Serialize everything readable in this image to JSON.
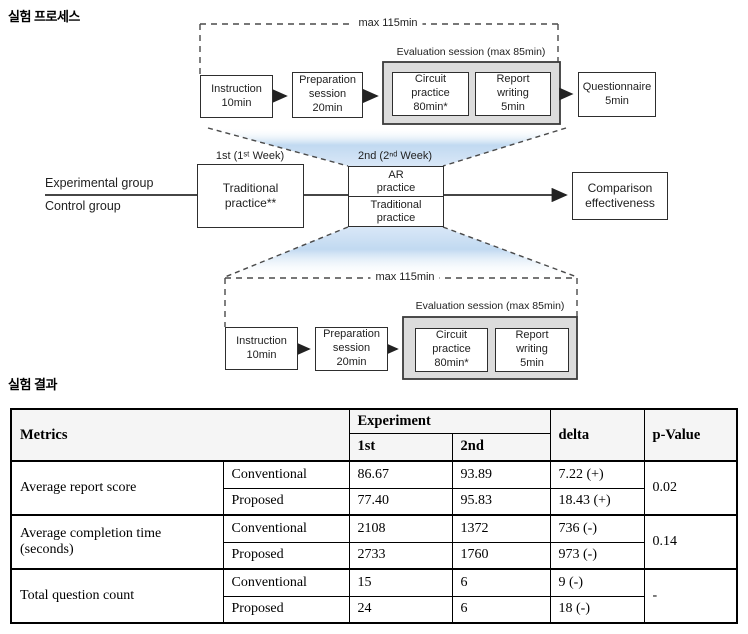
{
  "headings": {
    "process": "실험 프로세스",
    "results": "실험 결과"
  },
  "diagram": {
    "session_top": {
      "max_label": "max 115min",
      "eval_label": "Evaluation session (max 85min)",
      "boxes": {
        "instruction": "Instruction\n10min",
        "preparation": "Preparation\nsession\n20min",
        "circuit": "Circuit\npractice\n80min*",
        "report": "Report\nwriting\n5min",
        "questionnaire": "Questionnaire\n5min"
      }
    },
    "session_bottom": {
      "max_label": "max 115min",
      "eval_label": "Evaluation session (max 85min)",
      "boxes": {
        "instruction": "Instruction\n10min",
        "preparation": "Preparation\nsession\n20min",
        "circuit": "Circuit\npractice\n80min*",
        "report": "Report\nwriting\n5min"
      }
    },
    "flow": {
      "experimental_group": "Experimental group",
      "control_group": "Control group",
      "week1_label": "1st (1ˢᵗ Week)",
      "week2_label": "2nd (2ⁿᵈ Week)",
      "traditional_box": "Traditional\npractice**",
      "ar_half": "AR\npractice",
      "traditional_half": "Traditional\npractice",
      "comparison_box": "Comparison\neffectiveness"
    },
    "colors": {
      "funnel_blue": "#bad5ef",
      "gray_fill": "#dcdcdc",
      "box_border": "#2e2e2e"
    }
  },
  "results_table": {
    "headers": {
      "metrics": "Metrics",
      "experiment": "Experiment",
      "first": "1st",
      "second": "2nd",
      "delta": "delta",
      "p_value": "p-Value"
    },
    "groups": [
      {
        "metric": "Average report score",
        "p_value": "0.02",
        "rows": [
          {
            "method": "Conventional",
            "first": "86.67",
            "second": "93.89",
            "delta": "7.22 (+)"
          },
          {
            "method": "Proposed",
            "first": "77.40",
            "second": "95.83",
            "delta": "18.43 (+)"
          }
        ]
      },
      {
        "metric": "Average completion time (seconds)",
        "p_value": "0.14",
        "rows": [
          {
            "method": "Conventional",
            "first": "2108",
            "second": "1372",
            "delta": "736 (-)"
          },
          {
            "method": "Proposed",
            "first": "2733",
            "second": "1760",
            "delta": "973 (-)"
          }
        ]
      },
      {
        "metric": "Total question count",
        "p_value": "-",
        "rows": [
          {
            "method": "Conventional",
            "first": "15",
            "second": "6",
            "delta": "9 (-)"
          },
          {
            "method": "Proposed",
            "first": "24",
            "second": "6",
            "delta": "18 (-)"
          }
        ]
      }
    ]
  }
}
